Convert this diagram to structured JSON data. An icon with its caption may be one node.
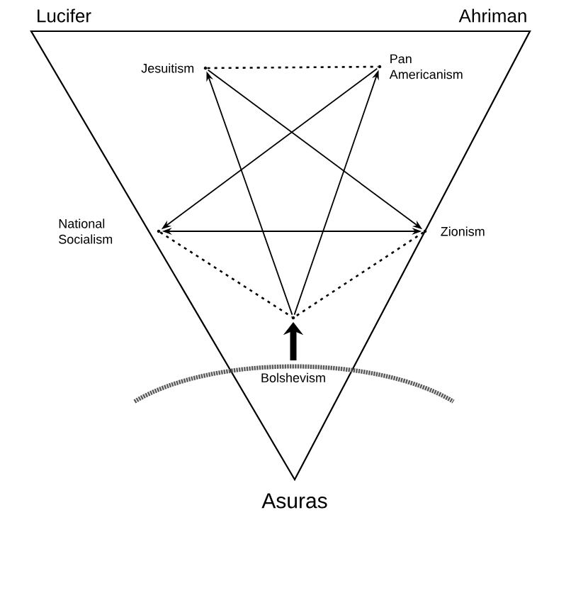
{
  "diagram": {
    "nodes": [
      {
        "text": [
          "Jesuitism"
        ]
      },
      {
        "text": [
          "Pan Americanism"
        ]
      },
      {
        "text": [
          "National Socialism"
        ]
      },
      {
        "text": [
          "Zionism"
        ]
      },
      {
        "text": [
          "Bolshevism"
        ]
      }
    ],
    "edges": [
      {
        "from": 0,
        "to": 1,
        "arrow": "none",
        "style": "dashed"
      },
      {
        "from": 4,
        "to": 0,
        "arrow": "to"
      },
      {
        "from": 4,
        "to": 1,
        "arrow": "to"
      },
      {
        "from": 0,
        "to": 3,
        "arrow": "to"
      },
      {
        "from": 1,
        "to": 2,
        "arrow": "to"
      },
      {
        "from": 2,
        "to": 3,
        "arrow": "both"
      },
      {
        "from": 2,
        "to": 4,
        "arrow": "none",
        "style": "dashed"
      },
      {
        "from": 3,
        "to": 4,
        "arrow": "none",
        "style": "dashed"
      },
      {
        "from": 4,
        "to": null,
        "arrow": "to",
        "style": "thick"
      }
    ],
    "labels": [
      "Lucifer",
      "Ahriman",
      "Asuras"
    ]
  }
}
